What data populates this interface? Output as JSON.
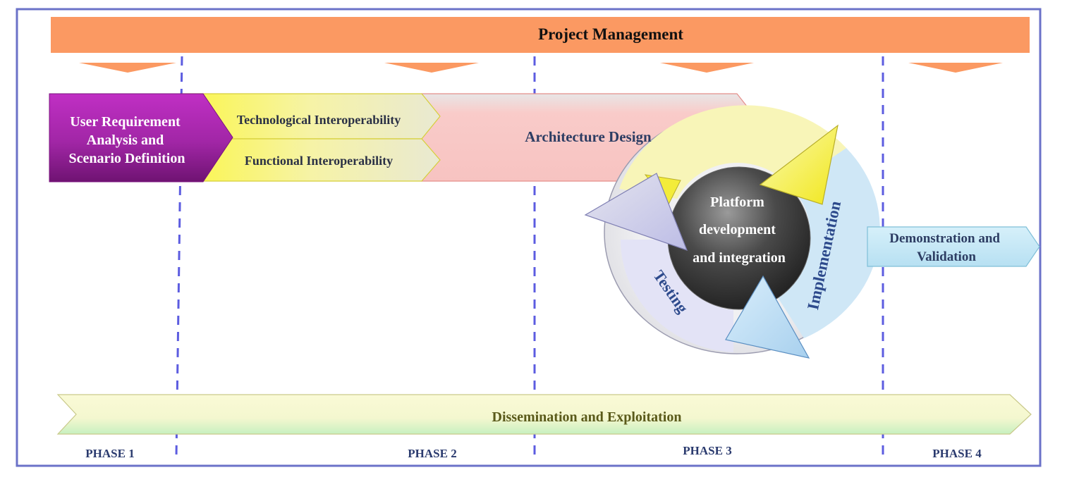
{
  "header": {
    "title": "Project Management"
  },
  "phase1": {
    "label_lines": [
      "User Requirement",
      "Analysis and",
      "Scenario Definition"
    ]
  },
  "phase2": {
    "technological": "Technological Interoperability",
    "functional": "Functional Interoperability",
    "architecture": "Architecture Design"
  },
  "cycle": {
    "center_lines": [
      "Platform",
      "development",
      "and integration"
    ],
    "testing": "Testing",
    "implementation": "Implementation"
  },
  "demo": {
    "label_lines": [
      "Demonstration and",
      "Validation"
    ]
  },
  "footer": {
    "dissemination": "Dissemination and Exploitation"
  },
  "phases": [
    {
      "label": "PHASE 1"
    },
    {
      "label": "PHASE 2"
    },
    {
      "label": "PHASE 3"
    },
    {
      "label": "PHASE 4"
    }
  ],
  "colors": {
    "frame": "#6b72c8",
    "management": "#fb9962",
    "phase1": "#a126a6",
    "interop": "#f3f08a",
    "architecture": "#f8c6c4",
    "demo": "#c5e8f6",
    "cycle_sphere": "#3b3b3b",
    "cycle_text_blue": "#2d4a8c",
    "phase_text": "#2a3a6e",
    "dissemination_text": "#5a5a1a"
  }
}
